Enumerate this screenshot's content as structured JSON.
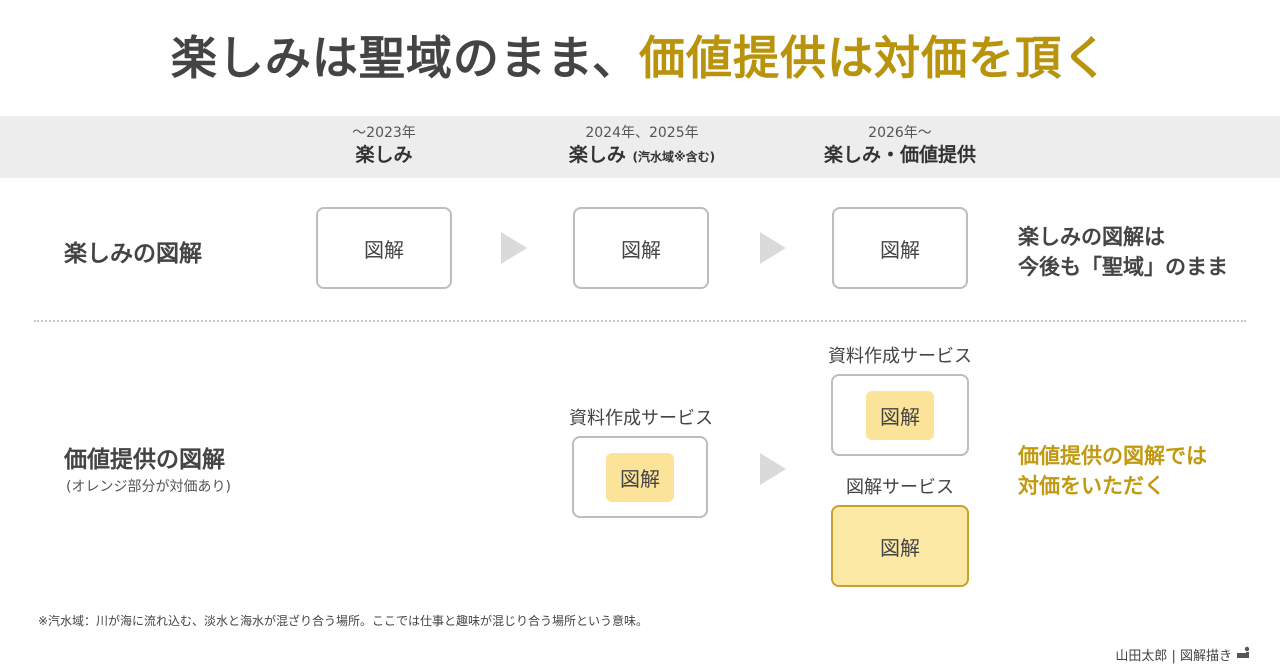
{
  "title": {
    "part1": "楽しみは聖域のまま、",
    "part2": "価値提供は対価を頂く",
    "highlight_color": "#b8930b"
  },
  "columns": [
    {
      "year": "～2023年",
      "label": "楽しみ",
      "note": ""
    },
    {
      "year": "2024年、2025年",
      "label": "楽しみ",
      "note": "(汽水域※含む)"
    },
    {
      "year": "2026年～",
      "label": "楽しみ・価値提供",
      "note": ""
    }
  ],
  "rows": {
    "fun": {
      "label": "楽しみの図解",
      "boxes": [
        "図解",
        "図解",
        "図解"
      ],
      "side_note": [
        "楽しみの図解は",
        "今後も「聖域」のまま"
      ]
    },
    "value": {
      "label": "価値提供の図解",
      "sub": "(オレンジ部分が対価あり)",
      "col2_caption": "資料作成サービス",
      "col2_box": "図解",
      "col3_caption_top": "資料作成サービス",
      "col3_box_top": "図解",
      "col3_caption_bottom": "図解サービス",
      "col3_box_bottom": "図解",
      "side_note": [
        "価値提供の図解では",
        "対価をいただく"
      ]
    }
  },
  "footnote": "※汽水域：川が海に流れ込む、淡水と海水が混ざり合う場所。ここでは仕事と趣味が混じり合う場所という意味。",
  "credit": "山田太郎 | 図解描き",
  "colors": {
    "accent_gold": "#c29a12",
    "paid_fill": "#fbe49a",
    "band_gray": "#ededed"
  }
}
